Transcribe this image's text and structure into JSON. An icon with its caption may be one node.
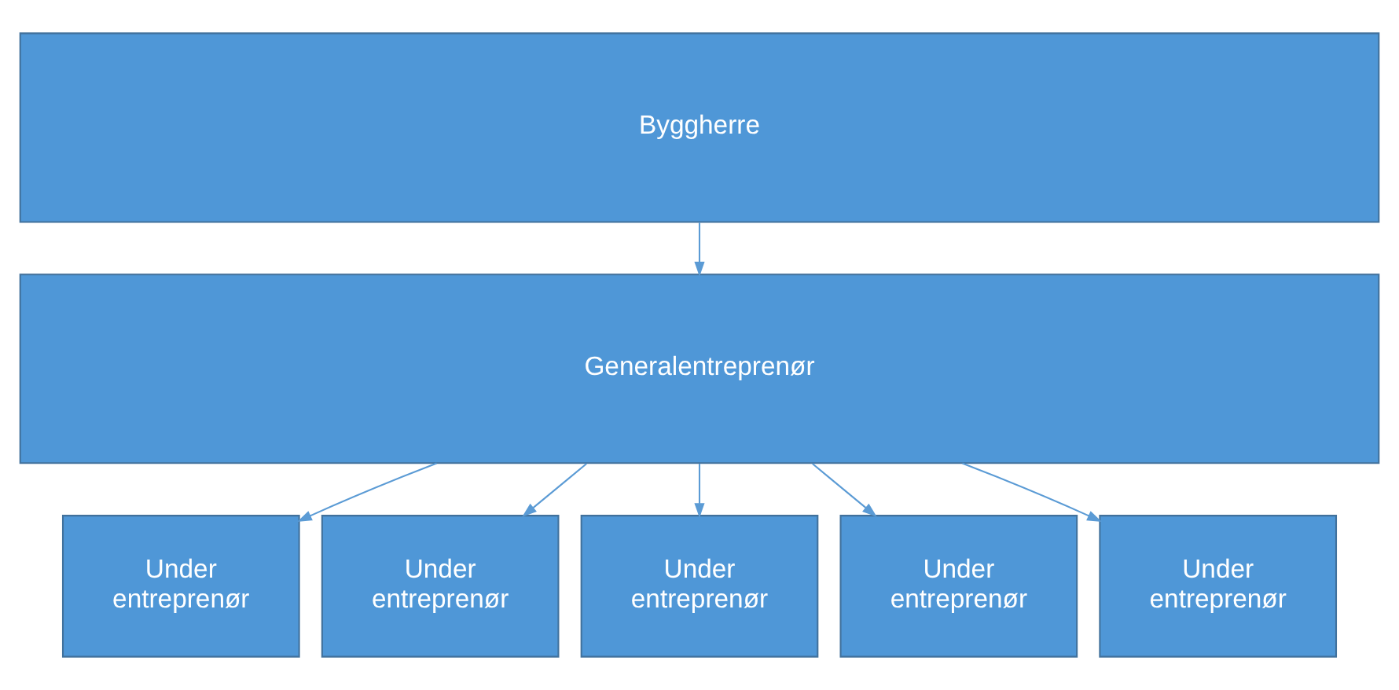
{
  "diagram": {
    "nodes": [
      {
        "text": [
          "Byggherre"
        ]
      },
      {
        "text": [
          "Generalentreprenør"
        ]
      },
      {
        "text": [
          "Under entreprenør"
        ]
      },
      {
        "text": [
          "Under entreprenør"
        ]
      },
      {
        "text": [
          "Under entreprenør"
        ]
      },
      {
        "text": [
          "Under entreprenør"
        ]
      },
      {
        "text": [
          "Under entreprenør"
        ]
      }
    ],
    "edges": [
      {
        "from": 0,
        "to": 1,
        "arrow": "to"
      },
      {
        "from": 1,
        "to": 2,
        "arrow": "to"
      },
      {
        "from": 1,
        "to": 3,
        "arrow": "to"
      },
      {
        "from": 1,
        "to": 4,
        "arrow": "to"
      },
      {
        "from": 1,
        "to": 5,
        "arrow": "to"
      },
      {
        "from": 1,
        "to": 6,
        "arrow": "to"
      }
    ]
  }
}
